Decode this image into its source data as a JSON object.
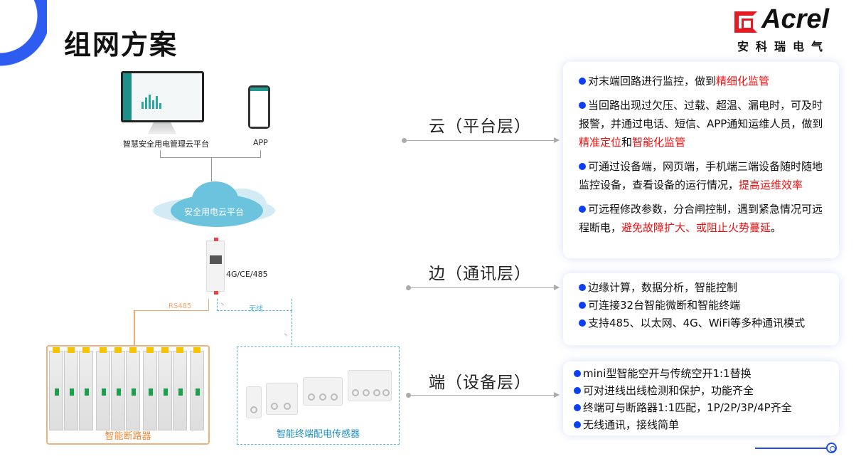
{
  "title": "组网方案",
  "logo": {
    "word": "Acrel",
    "cn": "安科瑞电气"
  },
  "diagram": {
    "platform_label": "智慧安全用电管理云平台",
    "app_label": "APP",
    "cloud_label": "安全用电云平台",
    "gateway_label": "4G/CE/485",
    "rs485_label": "RS485",
    "wireless_label": "无线",
    "breaker_label": "智能断路器",
    "sensor_label": "智能终端配电传感器"
  },
  "layers": [
    {
      "label": "云（平台层）"
    },
    {
      "label": "边（通讯层）"
    },
    {
      "label": "端（设备层）"
    }
  ],
  "cloud_card": {
    "b1": {
      "text": "对末端回路进行监控，做到",
      "hl": "精细化监管"
    },
    "b2": {
      "text": "当回路出现过欠压、过载、超温、漏电时，可及时报警，并通过电话、短信、APP通知运维人员，做到",
      "hl1": "精准定位",
      "mid": "和",
      "hl2": "智能化监管"
    },
    "b3": {
      "text": "可通过设备端，网页端，手机端三端设备随时随地监控设备，查看设备的运行情况，",
      "hl": "提高运维效率"
    },
    "b4": {
      "text": "可远程修改参数，分合闸控制，遇到紧急情况可远程断电，",
      "hl": "避免故障扩大、或阻止火势蔓延",
      "end": "。"
    }
  },
  "edge_card": [
    "边缘计算，数据分析，智能控制",
    "可连接32台智能微断和智能终端",
    "支持485、以太网、4G、WiFi等多种通讯模式"
  ],
  "device_card": [
    "mini型智能空开与传统空开1:1替换",
    "可对进线出线检测和保护，功能齐全",
    "终端可与断路器1:1匹配，1P/2P/3P/4P齐全",
    "无线通讯，接线简单"
  ],
  "colors": {
    "accent": "#0a3ff5",
    "highlight": "#ee1111",
    "rs485": "#f4a76a",
    "wireless": "#58b6de"
  }
}
